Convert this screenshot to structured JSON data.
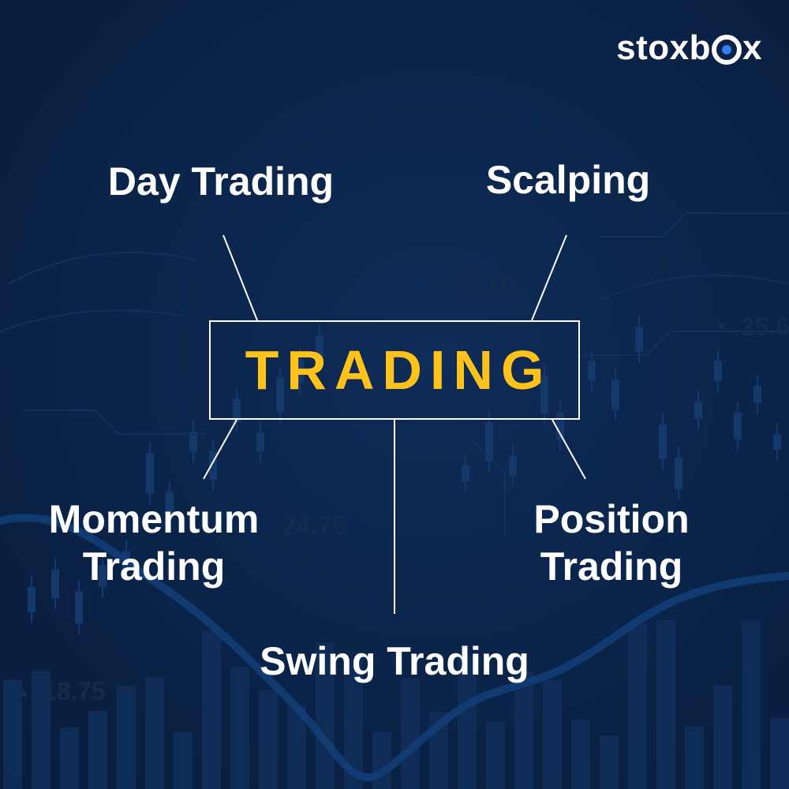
{
  "logo": {
    "part1": "stoxb",
    "part2": "x",
    "accent_color": "#2f7ff0"
  },
  "center": {
    "title": "TRADING",
    "title_color": "#ffc21a"
  },
  "branches": {
    "day_trading": "Day Trading",
    "scalping": "Scalping",
    "momentum_line1": "Momentum",
    "momentum_line2": "Trading",
    "position_line1": "Position",
    "position_line2": "Trading",
    "swing_trading": "Swing Trading"
  },
  "background": {
    "tickers": [
      "22.10",
      "25.6",
      "24.78",
      "18.75"
    ],
    "base_color": "#0a2246"
  }
}
